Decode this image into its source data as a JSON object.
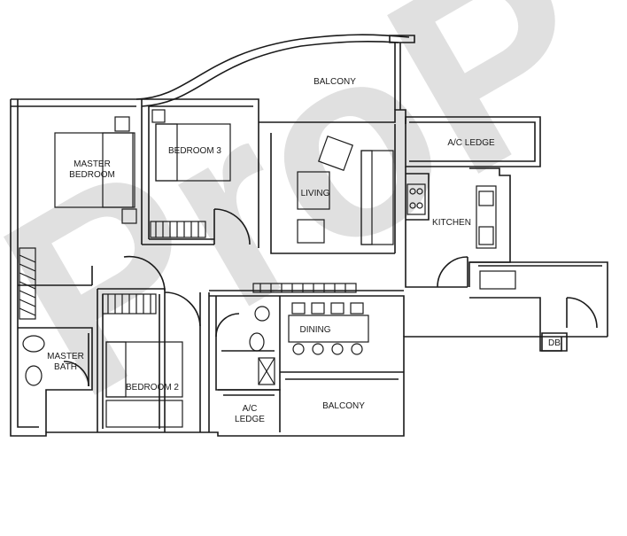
{
  "floor_plan": {
    "watermark": "ProP",
    "colors": {
      "line": "#1a1a1a",
      "watermark": "#c8c8c8",
      "background": "#ffffff"
    },
    "rooms": {
      "balcony_top": "BALCONY",
      "ac_ledge_right": "A/C LEDGE",
      "master_bedroom_line1": "MASTER",
      "master_bedroom_line2": "BEDROOM",
      "bedroom_3": "BEDROOM 3",
      "living": "LIVING",
      "kitchen": "KITCHEN",
      "master_bath_line1": "MASTER",
      "master_bath_line2": "BATH",
      "bedroom_2": "BEDROOM 2",
      "dining": "DINING",
      "db": "DB",
      "ac_ledge_bottom_line1": "A/C",
      "ac_ledge_bottom_line2": "LEDGE",
      "balcony_bottom": "BALCONY"
    }
  }
}
